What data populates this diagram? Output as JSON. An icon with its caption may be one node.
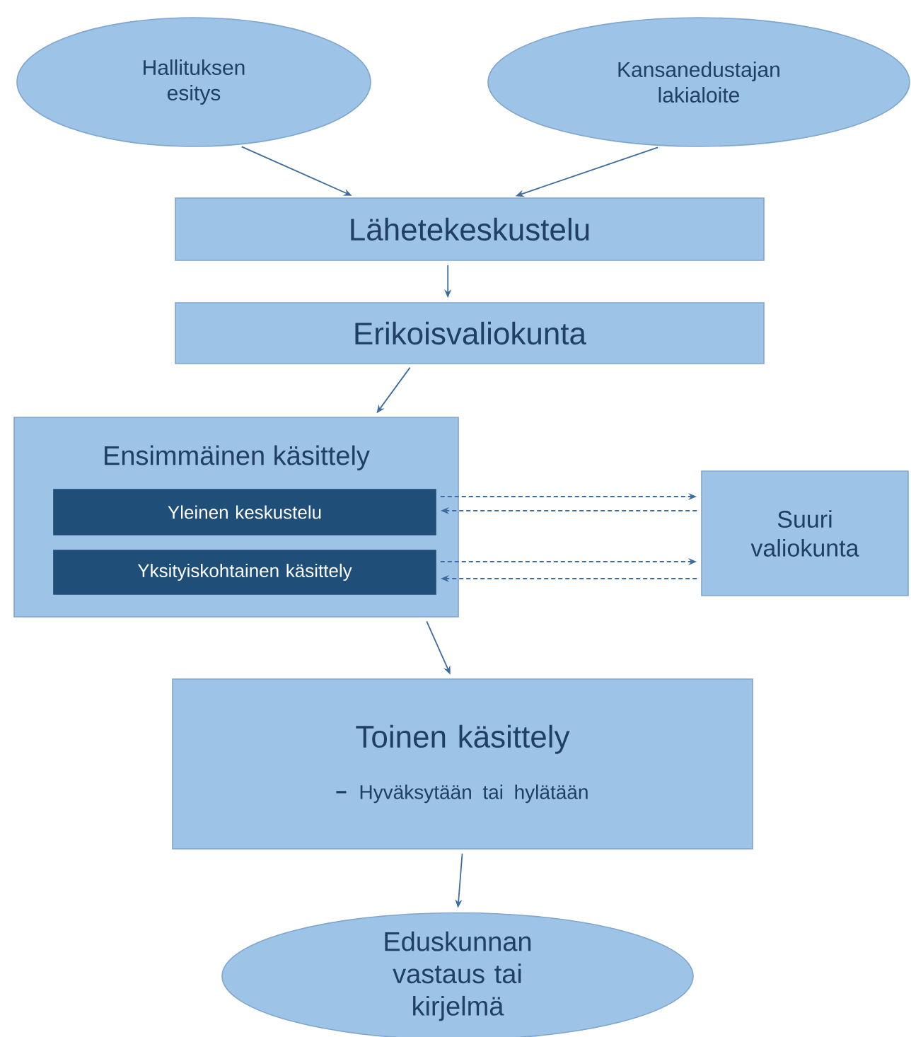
{
  "diagram": {
    "nodes": [
      {
        "text": [
          "Hallituksen esitys"
        ]
      },
      {
        "text": [
          "Kansanedustajan lakialoite"
        ]
      },
      {
        "text": [
          "Lähetekeskustelu"
        ]
      },
      {
        "text": [
          "Erikoisvaliokunta"
        ]
      },
      {
        "text": [
          "Ensimmäinen käsittely"
        ]
      },
      {
        "text": [
          "Yleinen keskustelu"
        ],
        "in": 4
      },
      {
        "text": [
          "Yksityiskohtainen käsittely"
        ],
        "in": 4
      },
      {
        "text": [
          "Suuri valiokunta"
        ]
      },
      {
        "text": [
          "Toinen käsittely",
          "Hyväksytään tai hylätään"
        ]
      },
      {
        "text": [
          "Eduskunnan vastaus tai kirjelmä"
        ]
      }
    ],
    "edges": [
      {
        "from": 0,
        "to": 2,
        "arrow": "to"
      },
      {
        "from": 1,
        "to": 2,
        "arrow": "to"
      },
      {
        "from": 2,
        "to": 3,
        "arrow": "to"
      },
      {
        "from": 3,
        "to": 4,
        "arrow": "to"
      },
      {
        "from": 5,
        "to": 7,
        "arrow": "to",
        "style": "dashed"
      },
      {
        "from": 7,
        "to": 5,
        "arrow": "to",
        "style": "dashed"
      },
      {
        "from": 6,
        "to": 7,
        "arrow": "to",
        "style": "dashed"
      },
      {
        "from": 7,
        "to": 6,
        "arrow": "to",
        "style": "dashed"
      },
      {
        "from": 4,
        "to": 8,
        "arrow": "to"
      },
      {
        "from": 8,
        "to": 9,
        "arrow": "to"
      }
    ]
  }
}
